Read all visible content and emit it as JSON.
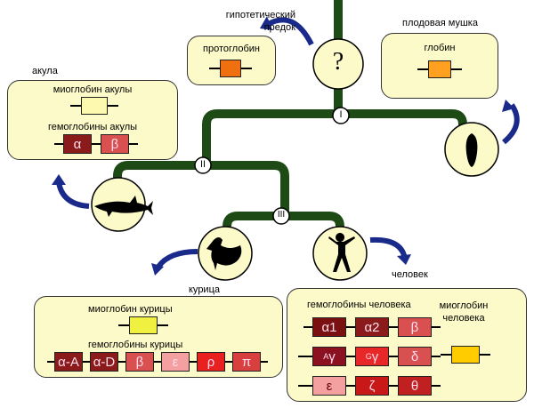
{
  "labels": {
    "ancestor": "гипотетический предок",
    "fly": "плодовая мушка",
    "shark": "акула",
    "chicken": "курица",
    "human": "человек"
  },
  "nodes": {
    "root": "?",
    "n1": "I",
    "n2": "II",
    "n3": "III"
  },
  "protoglobin": {
    "title": "протоглобин",
    "color": "#f07010"
  },
  "fly_box": {
    "title": "глобин",
    "color": "#ffa020"
  },
  "shark_box": {
    "myo_title": "миоглобин акулы",
    "myo_color": "#fdfab0",
    "hb_title": "гемоглобины акулы",
    "hb": [
      {
        "name": "α",
        "color": "#8b1a1a"
      },
      {
        "name": "β",
        "color": "#d85050"
      }
    ]
  },
  "chicken_box": {
    "myo_title": "миоглобин курицы",
    "myo_color": "#f0f040",
    "hb_title": "гемоглобины курицы",
    "hb": [
      {
        "name": "α-A",
        "color": "#8b1a1a"
      },
      {
        "name": "α-D",
        "color": "#8b1a1a"
      },
      {
        "name": "β",
        "color": "#d85050"
      },
      {
        "name": "ε",
        "color": "#f4a0a0"
      },
      {
        "name": "ρ",
        "color": "#e82020"
      },
      {
        "name": "π",
        "color": "#d84040"
      }
    ]
  },
  "human_box": {
    "hb_title": "гемоглобины человека",
    "myo_title": "миоглобин человека",
    "myo_color": "#ffcc00",
    "rows": [
      [
        {
          "name": "α1",
          "color": "#7a1010"
        },
        {
          "name": "α2",
          "color": "#8b1a1a"
        },
        {
          "name": "β",
          "color": "#d85050"
        }
      ],
      [
        {
          "sup": "A",
          "name": "γ",
          "color": "#8b1020"
        },
        {
          "sup": "G",
          "name": "γ",
          "color": "#e82828"
        },
        {
          "name": "δ",
          "color": "#d85050"
        }
      ],
      [
        {
          "name": "ε",
          "color": "#f4a0a0"
        },
        {
          "name": "ζ",
          "color": "#c81818"
        },
        {
          "name": "θ",
          "color": "#c02020"
        }
      ]
    ]
  },
  "colors": {
    "branch": "#1e4a16",
    "arrow": "#1a2a8a",
    "circle": "#fcfac8"
  }
}
